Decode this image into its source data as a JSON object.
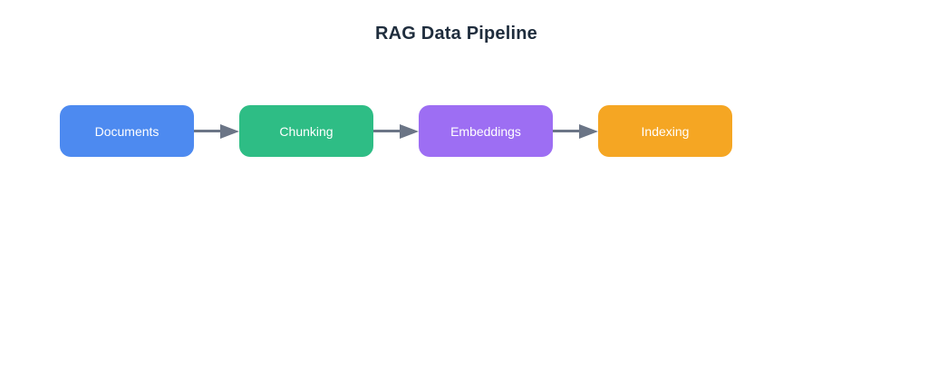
{
  "title": "RAG Data Pipeline",
  "colors": {
    "background": "#ffffff",
    "title_text": "#1f2d3d",
    "arrow": "#6b7586",
    "node_text": "#ffffff"
  },
  "diagram": {
    "type": "flowchart",
    "direction": "left-to-right",
    "nodes": [
      {
        "id": "documents",
        "label": "Documents",
        "color": "#4d8af0",
        "text_color": "#ffffff"
      },
      {
        "id": "chunking",
        "label": "Chunking",
        "color": "#2ebd85",
        "text_color": "#ffffff"
      },
      {
        "id": "embeddings",
        "label": "Embeddings",
        "color": "#9d6ef3",
        "text_color": "#ffffff"
      },
      {
        "id": "indexing",
        "label": "Indexing",
        "color": "#f5a623",
        "text_color": "#ffffff"
      }
    ],
    "edges": [
      {
        "from": "documents",
        "to": "chunking"
      },
      {
        "from": "chunking",
        "to": "embeddings"
      },
      {
        "from": "embeddings",
        "to": "indexing"
      }
    ]
  }
}
